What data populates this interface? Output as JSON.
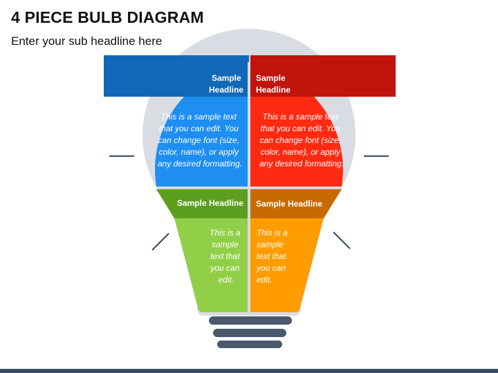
{
  "header": {
    "title": "4 PIECE BULB DIAGRAM",
    "subtitle": "Enter your sub headline here"
  },
  "colors": {
    "top_left_head": "#1268b8",
    "top_left_body": "#1e8ef0",
    "top_right_head": "#c0140c",
    "top_right_body": "#ff2a12",
    "bottom_left_head": "#5c9e1e",
    "bottom_left_body": "#92cf48",
    "bottom_right_head": "#c86a00",
    "bottom_right_body": "#ff9c00",
    "rays": "#3a4a5c",
    "base": "#4a5a6c"
  },
  "quadrants": {
    "top_left": {
      "headline": [
        "Sample",
        "Headline"
      ],
      "body": [
        "This is a sample text",
        "that you can edit. You",
        "can change font (size,",
        "color, name), or apply",
        "any desired formatting."
      ]
    },
    "top_right": {
      "headline": [
        "Sample",
        "Headline"
      ],
      "body": [
        "This is a sample text",
        "that you can edit. You",
        "can change font (size,",
        "color, name), or apply",
        "any desired formatting."
      ]
    },
    "bottom_left": {
      "headline": "Sample Headline",
      "body": [
        "This is a",
        "sample",
        "text that",
        "you can",
        "edit."
      ]
    },
    "bottom_right": {
      "headline": "Sample Headline",
      "body": [
        "This is a",
        "sample",
        "text that",
        "you can",
        "edit."
      ]
    }
  }
}
